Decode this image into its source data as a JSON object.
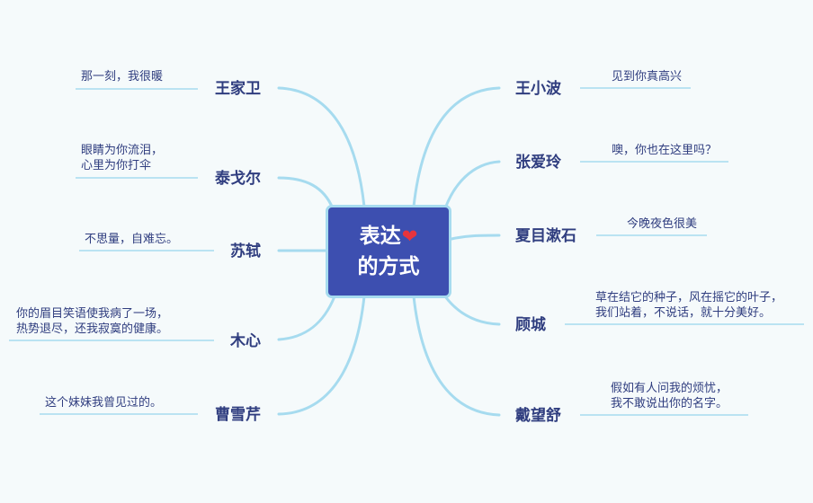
{
  "center": {
    "line1": "表达",
    "heart": "❤",
    "line2": "的方式"
  },
  "branches": [
    {
      "author": "王家卫",
      "quote": [
        "那一刻，我很暖"
      ]
    },
    {
      "author": "泰戈尔",
      "quote": [
        "眼睛为你流泪，",
        "心里为你打伞"
      ]
    },
    {
      "author": "苏轼",
      "quote": [
        "不思量，自难忘。"
      ]
    },
    {
      "author": "木心",
      "quote": [
        "你的眉目笑语使我病了一场，",
        "热势退尽，还我寂寞的健康。"
      ]
    },
    {
      "author": "曹雪芹",
      "quote": [
        "这个妹妹我曾见过的。"
      ]
    },
    {
      "author": "王小波",
      "quote": [
        "见到你真高兴"
      ]
    },
    {
      "author": "张爱玲",
      "quote": [
        "噢，你也在这里吗？"
      ]
    },
    {
      "author": "夏目漱石",
      "quote": [
        "今晚夜色很美"
      ]
    },
    {
      "author": "顾城",
      "quote": [
        "草在结它的种子，风在摇它的叶子，",
        "我们站着，不说话，就十分美好。"
      ]
    },
    {
      "author": "戴望舒",
      "quote": [
        "假如有人问我的烦忧，",
        "我不敢说出你的名字。"
      ]
    }
  ],
  "colors": {
    "line": "#a6dbef",
    "center_fill": "#3d4fb0",
    "text": "#2f3d7f"
  }
}
